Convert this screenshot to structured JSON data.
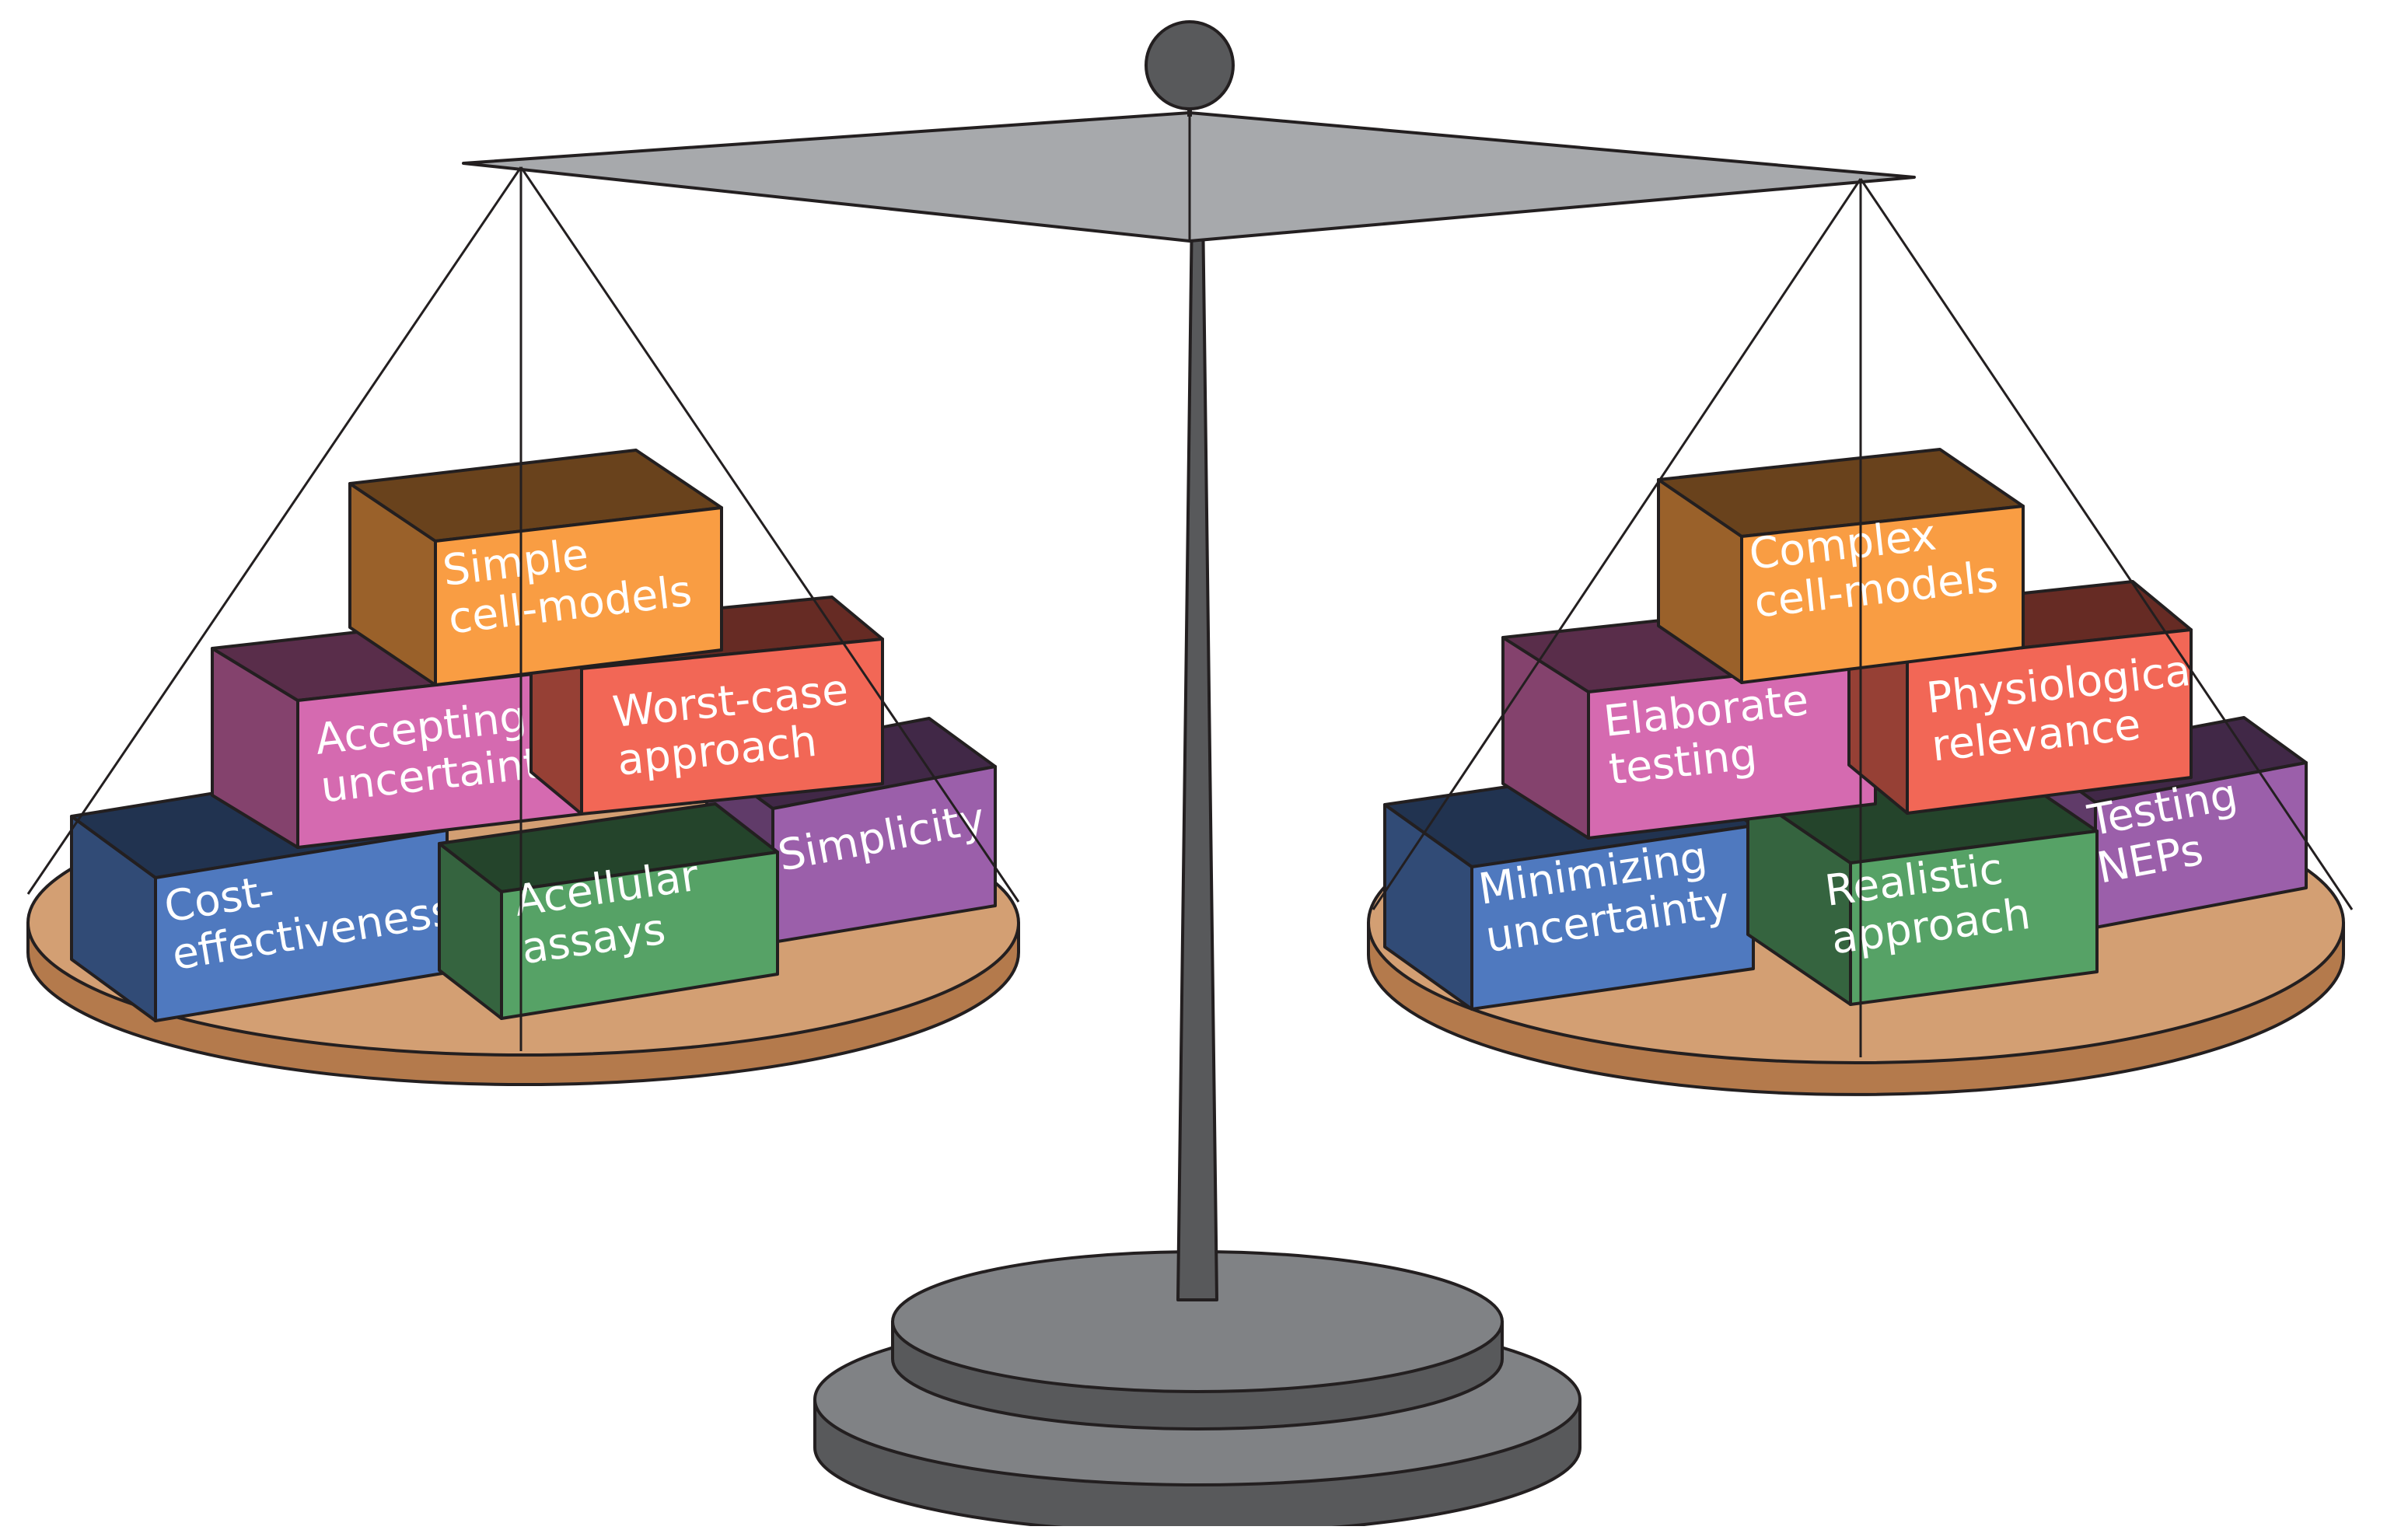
{
  "colors": {
    "outline": "#231f20",
    "metal_dark": "#58595b",
    "metal_mid": "#808285",
    "metal_light": "#a7a9ac",
    "pan_top": "#d39f73",
    "pan_side": "#b47a4c",
    "orange": "#f99d43",
    "pink": "#d56ab0",
    "coral": "#f26756",
    "purple": "#9b5faa",
    "blue": "#4f79bf",
    "green": "#56a266"
  },
  "left_pan": {
    "blocks": [
      {
        "id": "simplicity",
        "color": "purple",
        "lines": [
          "Simplicity"
        ]
      },
      {
        "id": "cost-effectiveness",
        "color": "blue",
        "lines": [
          "Cost-",
          "effectiveness"
        ]
      },
      {
        "id": "acellular-assays",
        "color": "green",
        "lines": [
          "Acellular",
          "assays"
        ]
      },
      {
        "id": "accepting-uncertainty",
        "color": "pink",
        "lines": [
          "Accepting",
          "uncertainty"
        ]
      },
      {
        "id": "worst-case-approach",
        "color": "coral",
        "lines": [
          "Worst-case",
          "approach"
        ]
      },
      {
        "id": "simple-cell-models",
        "color": "orange",
        "lines": [
          "Simple",
          "cell-models"
        ]
      }
    ]
  },
  "right_pan": {
    "blocks": [
      {
        "id": "testing-neps",
        "color": "purple",
        "lines": [
          "Testing",
          "NEPs"
        ]
      },
      {
        "id": "minimizing-uncertainty",
        "color": "blue",
        "lines": [
          "Minimizing",
          "uncertainty"
        ]
      },
      {
        "id": "realistic-approach",
        "color": "green",
        "lines": [
          "Realistic",
          "approach"
        ]
      },
      {
        "id": "elaborate-testing",
        "color": "pink",
        "lines": [
          "Elaborate",
          "testing"
        ]
      },
      {
        "id": "physiological-relevance",
        "color": "coral",
        "lines": [
          "Physiological",
          "relevance"
        ]
      },
      {
        "id": "complex-cell-models",
        "color": "orange",
        "lines": [
          "Complex",
          "cell-models"
        ]
      }
    ]
  }
}
